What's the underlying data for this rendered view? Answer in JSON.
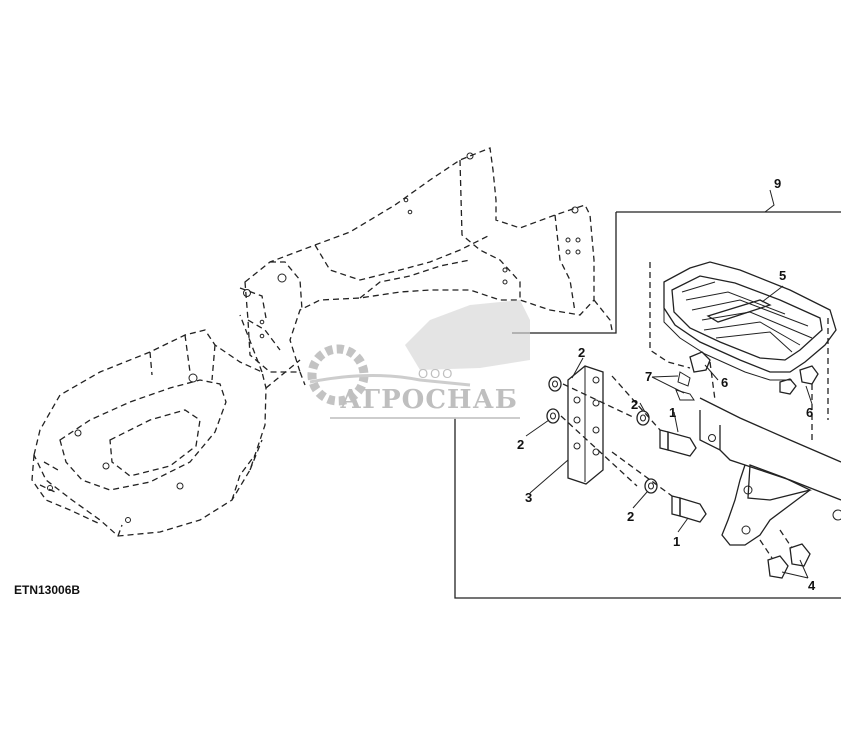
{
  "figure": {
    "code": "ETN13006B",
    "callouts": {
      "c1a": "1",
      "c1b": "1",
      "c2a": "2",
      "c2b": "2",
      "c2c": "2",
      "c2d": "2",
      "c3": "3",
      "c4": "4",
      "c5": "5",
      "c6a": "6",
      "c6b": "6",
      "c7": "7",
      "c9": "9"
    }
  },
  "watermark": {
    "company": "АГРОСНАБ",
    "prefix": "ООО",
    "color": "#b9b9b9"
  },
  "colors": {
    "line": "#222222",
    "background": "#ffffff"
  }
}
